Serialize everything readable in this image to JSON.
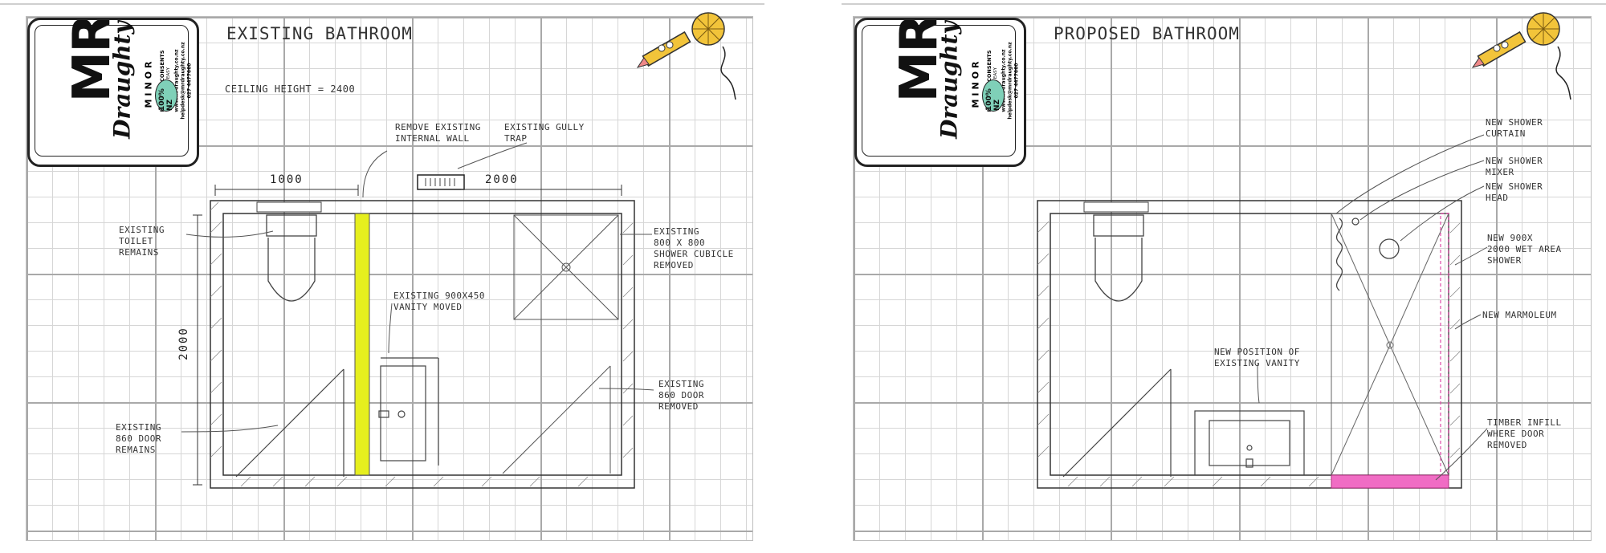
{
  "logo": {
    "mr": "MR",
    "draughty": "Draughty",
    "minor": "MINOR",
    "tagline": "BUILDING CONSENTS",
    "tagline2": "MADE EASY",
    "website": "www.mrdraughty.co.nz",
    "email": "helpdesk@mrdraughty.co.nz",
    "phone": "027 4477660",
    "badge": "100% NZ"
  },
  "existing": {
    "title": "EXISTING BATHROOM",
    "ceiling": "CEILING HEIGHT = 2400",
    "dim_top_left": "1000",
    "dim_top_right": "2000",
    "dim_side": "2000",
    "notes": {
      "remove_wall": "REMOVE EXISTING\nINTERNAL WALL",
      "gully": "EXISTING GULLY\nTRAP",
      "toilet": "EXISTING\nTOILET\nREMAINS",
      "shower": "EXISTING\n800 X 800\nSHOWER CUBICLE\nREMOVED",
      "vanity": "EXISTING 900X450\nVANITY MOVED",
      "door_removed": "EXISTING\n860 DOOR\nREMOVED",
      "door_remains": "EXISTING\n860 DOOR\nREMAINS"
    }
  },
  "proposed": {
    "title": "PROPOSED BATHROOM",
    "notes": {
      "curtain": "NEW SHOWER\nCURTAIN",
      "mixer": "NEW SHOWER\nMIXER",
      "head": "NEW SHOWER\nHEAD",
      "wet_area": "NEW 900X\n2000 WET AREA\nSHOWER",
      "marmoleum": "NEW MARMOLEUM",
      "vanity": "NEW POSITION OF\nEXISTING VANITY",
      "infill": "TIMBER INFILL\nWHERE DOOR\nREMOVED"
    }
  },
  "colors": {
    "highlight_wall": "#e6ef1e",
    "highlight_infill": "#f06cc4",
    "badge": "#7fd0b8",
    "pencil": "#555555"
  }
}
